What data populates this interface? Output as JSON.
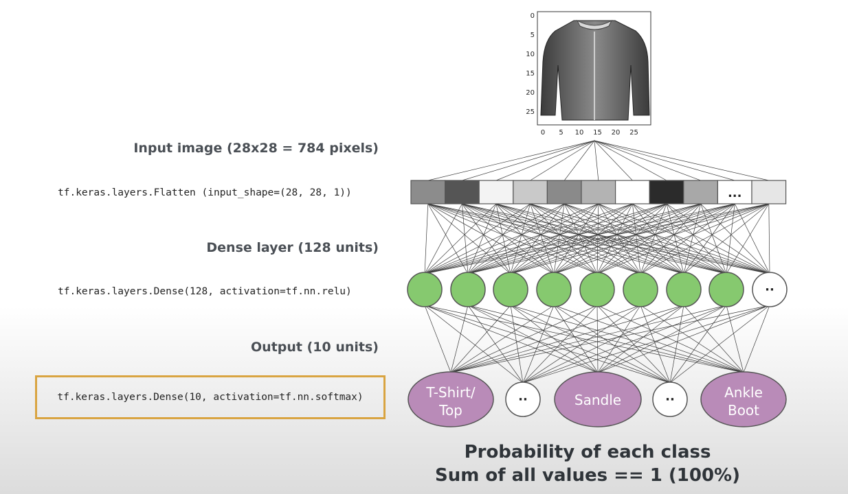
{
  "labels": {
    "input": "Input image (28x28 = 784 pixels)",
    "dense": "Dense layer (128 units)",
    "output": "Output (10 units)"
  },
  "code": {
    "flatten": "tf.keras.layers.Flatten (input_shape=(28, 28, 1))",
    "dense": "tf.keras.layers.Dense(128, activation=tf.nn.relu)",
    "output": "tf.keras.layers.Dense(10, activation=tf.nn.softmax)"
  },
  "input_image": {
    "y_ticks": [
      "0",
      "5",
      "10",
      "15",
      "20",
      "25"
    ],
    "x_ticks": [
      "0",
      "5",
      "10",
      "15",
      "20",
      "25"
    ]
  },
  "flatten_cells": [
    "#8c8c8c",
    "#555555",
    "#f3f3f3",
    "#c9c9c9",
    "#8a8a8a",
    "#b3b3b3",
    "#ffffff",
    "#2b2b2b",
    "#a8a8a8",
    "...",
    "#e6e6e6"
  ],
  "ellipsis": "...",
  "small_ellipsis": "··",
  "output_classes": {
    "c1_line1": "T-Shirt/",
    "c1_line2": "Top",
    "c2": "Sandle",
    "c3_line1": "Ankle",
    "c3_line2": "Boot"
  },
  "bottom": {
    "line1": "Probability of each class",
    "line2": "Sum of all values == 1 (100%)"
  },
  "colors": {
    "dense_node": "#86c96f",
    "output_node": "#b98bb8",
    "highlight": "#d9a441"
  }
}
